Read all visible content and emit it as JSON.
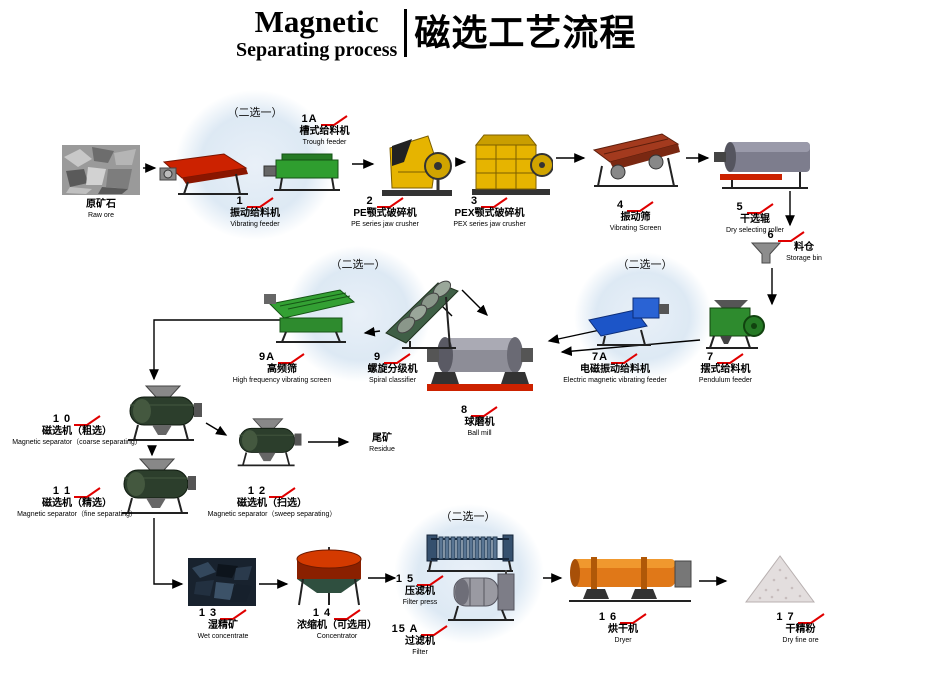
{
  "title": {
    "en_line1": "Magnetic",
    "en_line2": "Separating process",
    "zh": "磁选工艺流程"
  },
  "choice_label": "（二选一）",
  "colors": {
    "accent_red": "#e00000",
    "circle_fill": "#dde9f4"
  },
  "stations": {
    "raw_ore": {
      "zh": "原矿石",
      "en": "Raw ore"
    },
    "vibrating_feeder": {
      "num": "1",
      "zh": "振动给料机",
      "en": "Vibrating feeder"
    },
    "trough_feeder": {
      "num": "1A",
      "zh": "槽式给料机",
      "en": "Trough feeder"
    },
    "pe_jaw_crusher": {
      "num": "2",
      "zh": "PE颚式破碎机",
      "en": "PE series jaw crusher"
    },
    "pex_jaw_crusher": {
      "num": "3",
      "zh": "PEX颚式破碎机",
      "en": "PEX series jaw crusher"
    },
    "vibrating_screen": {
      "num": "4",
      "zh": "振动筛",
      "en": "Vibrating Screen"
    },
    "dry_selecting_roller": {
      "num": "5",
      "zh": "干选辊",
      "en": "Dry selecting roller"
    },
    "storage_bin": {
      "num": "6",
      "zh": "料仓",
      "en": "Storage bin"
    },
    "pendulum_feeder": {
      "num": "7",
      "zh": "摆式给料机",
      "en": "Pendulum feeder"
    },
    "em_vibrating_feeder": {
      "num": "7A",
      "zh": "电磁振动给料机",
      "en": "Electric magnetic vibrating feeder"
    },
    "ball_mill": {
      "num": "8",
      "zh": "球磨机",
      "en": "Ball mill"
    },
    "spiral_classifier": {
      "num": "9",
      "zh": "螺旋分级机",
      "en": "Spiral classifier"
    },
    "high_freq_screen": {
      "num": "9A",
      "zh": "高频筛",
      "en": "High frequency vibrating screen"
    },
    "mag_sep_coarse": {
      "num": "1 0",
      "zh": "磁选机（粗选）",
      "en": "Magnetic separator（coarse separating）"
    },
    "mag_sep_fine": {
      "num": "1 1",
      "zh": "磁选机（精选）",
      "en": "Magnetic separator（fine separating）"
    },
    "mag_sep_sweep": {
      "num": "1 2",
      "zh": "磁选机（扫选）",
      "en": "Magnetic separator（sweep separating）"
    },
    "residue": {
      "zh": "尾矿",
      "en": "Residue"
    },
    "wet_concentrate": {
      "num": "1 3",
      "zh": "湿精矿",
      "en": "Wet concentrate"
    },
    "concentrator": {
      "num": "1 4",
      "zh": "浓缩机（可选用）",
      "en": "Concentrator"
    },
    "filter_press": {
      "num": "1 5",
      "zh": "压滤机",
      "en": "Filter press"
    },
    "filter": {
      "num": "15 A",
      "zh": "过滤机",
      "en": "Filter"
    },
    "dryer": {
      "num": "1 6",
      "zh": "烘干机",
      "en": "Dryer"
    },
    "dry_fine_ore": {
      "num": "1 7",
      "zh": "干精粉",
      "en": "Dry fine ore"
    }
  }
}
